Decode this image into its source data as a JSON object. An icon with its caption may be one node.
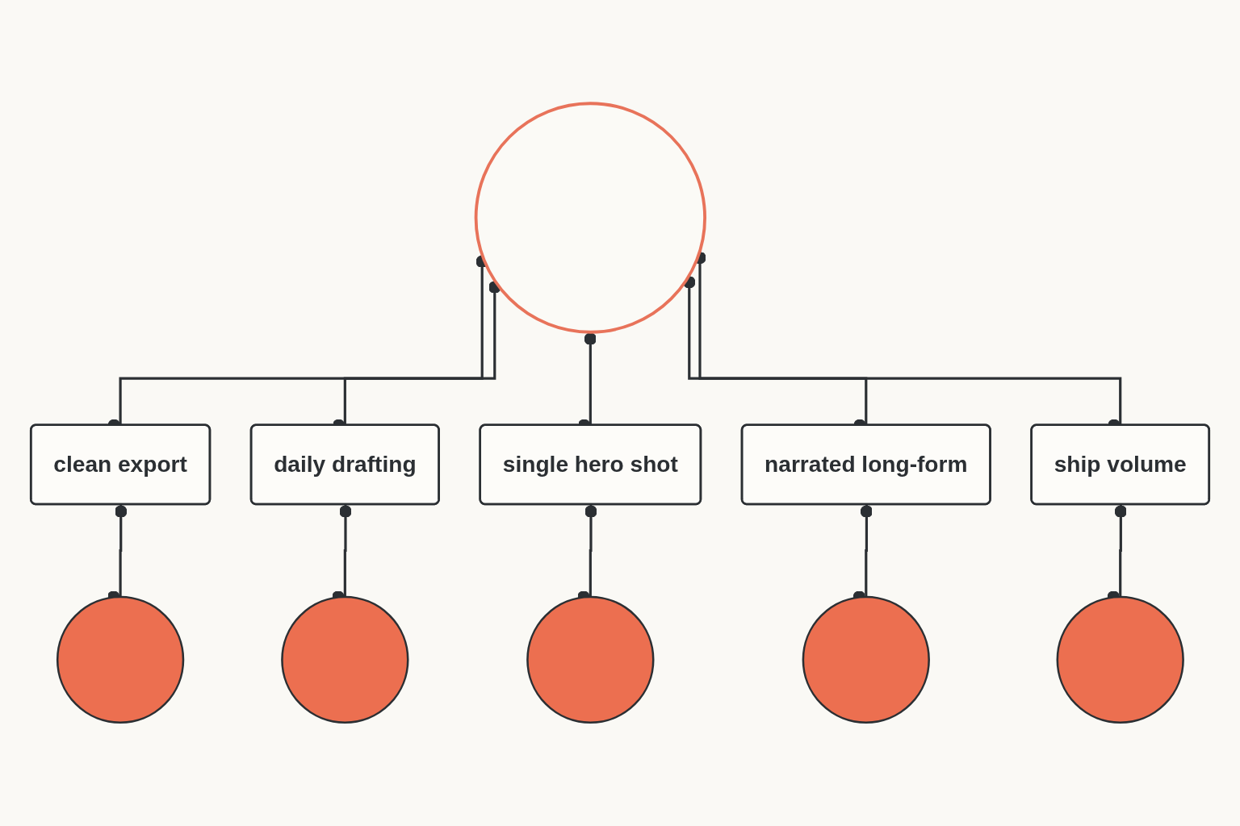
{
  "diagram": {
    "nodes": [
      {
        "text": [],
        "shape": "circle"
      },
      {
        "text": [
          "clean export"
        ]
      },
      {
        "text": [
          "daily drafting"
        ]
      },
      {
        "text": [
          "single hero shot"
        ]
      },
      {
        "text": [
          "narrated long-form"
        ]
      },
      {
        "text": [
          "ship volume"
        ]
      },
      {
        "text": [],
        "shape": "circle"
      },
      {
        "text": [],
        "shape": "circle"
      },
      {
        "text": [],
        "shape": "circle"
      },
      {
        "text": [],
        "shape": "circle"
      },
      {
        "text": [],
        "shape": "circle"
      }
    ],
    "edges": [
      {
        "from": 0,
        "to": 1,
        "arrow": "other"
      },
      {
        "from": 0,
        "to": 2,
        "arrow": "other"
      },
      {
        "from": 0,
        "to": 3,
        "arrow": "other"
      },
      {
        "from": 0,
        "to": 4,
        "arrow": "other"
      },
      {
        "from": 0,
        "to": 5,
        "arrow": "other"
      },
      {
        "from": 1,
        "to": 6,
        "arrow": "other"
      },
      {
        "from": 2,
        "to": 7,
        "arrow": "other"
      },
      {
        "from": 3,
        "to": 8,
        "arrow": "other"
      },
      {
        "from": 4,
        "to": 9,
        "arrow": "other"
      },
      {
        "from": 5,
        "to": 10,
        "arrow": "other"
      }
    ]
  }
}
